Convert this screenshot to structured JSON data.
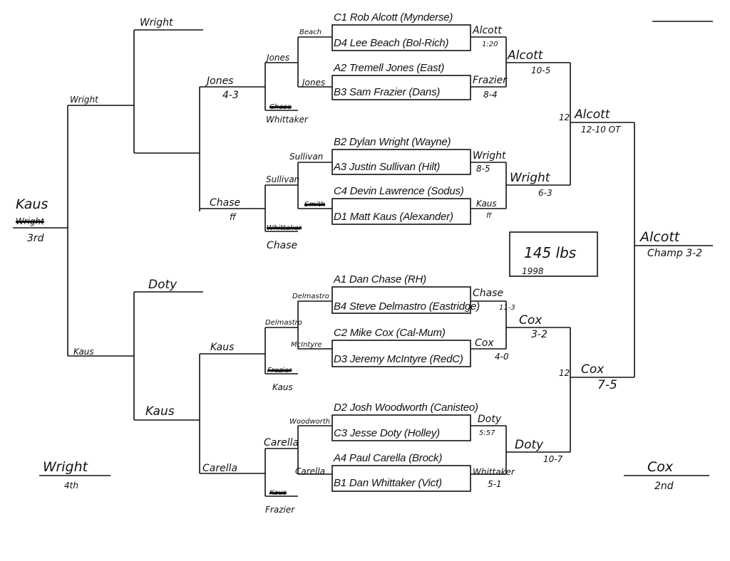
{
  "title": {
    "weight": "145 lbs",
    "year": "1998"
  },
  "first_round": [
    "C1 Rob Alcott (Mynderse)",
    "D4 Lee Beach (Bol-Rich)",
    "A2 Tremell Jones (East)",
    "B3 Sam Frazier (Dans)",
    "B2 Dylan Wright (Wayne)",
    "A3 Justin Sullivan (Hilt)",
    "C4 Devin Lawrence (Sodus)",
    "D1 Matt Kaus (Alexander)",
    "A1 Dan Chase (RH)",
    "B4 Steve Delmastro (Eastridge)",
    "C2 Mike Cox (Cal-Mum)",
    "D3 Jeremy McIntyre (RedC)",
    "D2 Josh Woodworth (Canisteo)",
    "C3 Jesse Doty (Holley)",
    "A4 Paul Carella (Brock)",
    "B1 Dan Whittaker (Vict)"
  ],
  "quarterfinals": [
    {
      "winner": "Alcott",
      "result": "1:20"
    },
    {
      "winner": "Frazier",
      "result": "8-4"
    },
    {
      "winner": "Wright",
      "result": "8-5"
    },
    {
      "winner": "Kaus",
      "result": "ff"
    },
    {
      "winner": "Chase",
      "result": "11-3"
    },
    {
      "winner": "Cox",
      "result": "4-0"
    },
    {
      "winner": "Doty",
      "result": "5:57"
    },
    {
      "winner": "Whittaker",
      "result": "5-1"
    }
  ],
  "semifinals": [
    {
      "winner": "Alcott",
      "result": "10-5"
    },
    {
      "winner": "Wright",
      "result": "6-3"
    },
    {
      "winner": "Cox",
      "result": "3-2"
    },
    {
      "winner": "Doty",
      "result": "10-7"
    }
  ],
  "finals": [
    {
      "seed": "12",
      "winner": "Alcott",
      "result": "12-10 OT"
    },
    {
      "seed": "12",
      "winner": "Cox",
      "result": "7-5"
    }
  ],
  "champion": {
    "name": "Alcott",
    "result": "Champ 3-2"
  },
  "consolation": {
    "round1": [
      "Beach",
      "Jones",
      "Sullivan",
      "Smith",
      "Delmastro",
      "McIntyre",
      "Woodworth",
      "Carella"
    ],
    "round2": [
      "Jones",
      "Sullivan",
      "Delmastro",
      "Carella"
    ],
    "dropins": [
      {
        "crossed": "Chase",
        "name": "Whittaker"
      },
      {
        "crossed": "Whittaker",
        "name": "Chase"
      },
      {
        "crossed": "Frazier",
        "name": "Kaus"
      },
      {
        "crossed": "Kaus",
        "name": "Frazier"
      }
    ],
    "round3": [
      {
        "winner": "Jones",
        "result": "4-3"
      },
      {
        "winner": "Chase",
        "result": "ff"
      },
      {
        "winner": "Kaus"
      },
      {
        "winner": "Carella"
      }
    ],
    "semi_dropins": [
      "Wright",
      "Doty"
    ],
    "round4": [
      "Wright",
      "Kaus"
    ],
    "third": {
      "crossed": "Wright",
      "name": "Kaus",
      "place": "3rd"
    }
  },
  "places": {
    "fourth": {
      "name": "Wright",
      "place": "4th"
    },
    "second": {
      "name": "Cox",
      "place": "2nd"
    }
  }
}
